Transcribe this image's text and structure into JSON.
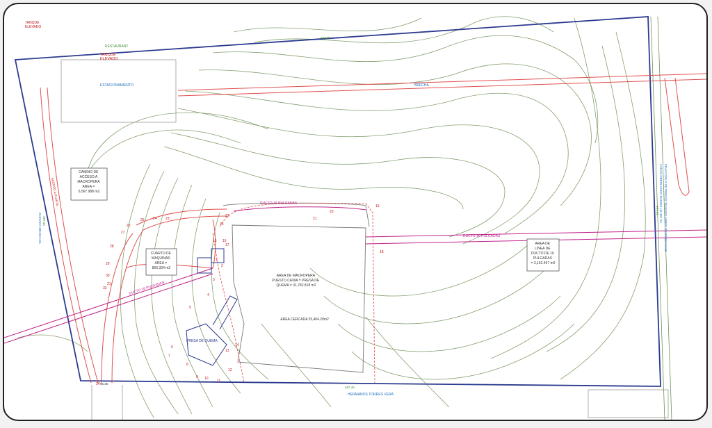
{
  "labels": {
    "tanque_top": [
      "TANQUE",
      "ELEVADO"
    ],
    "tanque_mid": [
      "TANQUE",
      "ELEVADO"
    ],
    "restaurant": "RESTAURANT",
    "estacionamiento": "ESTACIONAMIENTO",
    "brecha": "BRECHA",
    "top_road": "487.45",
    "acceso": "ACCESO A PLANTA",
    "left_road_num": "487.33",
    "left_road_name": "ELEVADA MEXICANA",
    "camino": [
      "CAMINO DE",
      "ACCESO A",
      "MACROPERA",
      "AREA =",
      "6,567.988 m2"
    ],
    "cuarto": [
      "CUARTO DE",
      "MAQUINAS",
      "AREA =",
      "856.334 m2"
    ],
    "ducto_top": "DUCTO 16 PULGADAS",
    "ducto_right": "DUCTO 16 PULGADAS",
    "ducto_left": "DUCTO 16 PULGADAS",
    "area_macropera": [
      "AREA DE MACROPERA",
      "PUESTO CENIA Y PRESA DE",
      "QUEMA = 31,782.818 m2"
    ],
    "area_cercada": "AREA CERCADA 25,404.20m2",
    "area_linea": [
      "AREA DE",
      "LINEA DE",
      "DUCTO DE 16",
      "PULGADAS",
      "= 3,152.467 m2"
    ],
    "presa": "PRESA DE QUEMA",
    "bottom_num": "487.46",
    "bottom_road": "HERMANOS TORRES VERA",
    "right_info": [
      "FRACCION 2 DE PREDIO \"BUENOS AIRES\" PROPIEDAD DE",
      "LUCAS OBERLANDO RAMOS HE 357 ZA"
    ],
    "right_road": "487.21",
    "bottom_left_dist": "95.36"
  },
  "vertex_numbers": [
    "1",
    "2",
    "3",
    "4",
    "5",
    "6",
    "7",
    "8",
    "9",
    "10",
    "11",
    "12",
    "13",
    "14",
    "15",
    "16",
    "17",
    "18",
    "19",
    "20",
    "21",
    "22",
    "23",
    "24",
    "25",
    "26",
    "27",
    "28",
    "29",
    "30",
    "31",
    "32",
    "33",
    "34"
  ],
  "colors": {
    "boundary": "#2b3a8f",
    "contour": "#6e8f55",
    "road": "#e0504e",
    "magenta": "#c0208a",
    "text_red": "#c01818",
    "text_blue": "#1f6fbf",
    "text_green": "#3d8f2e"
  }
}
